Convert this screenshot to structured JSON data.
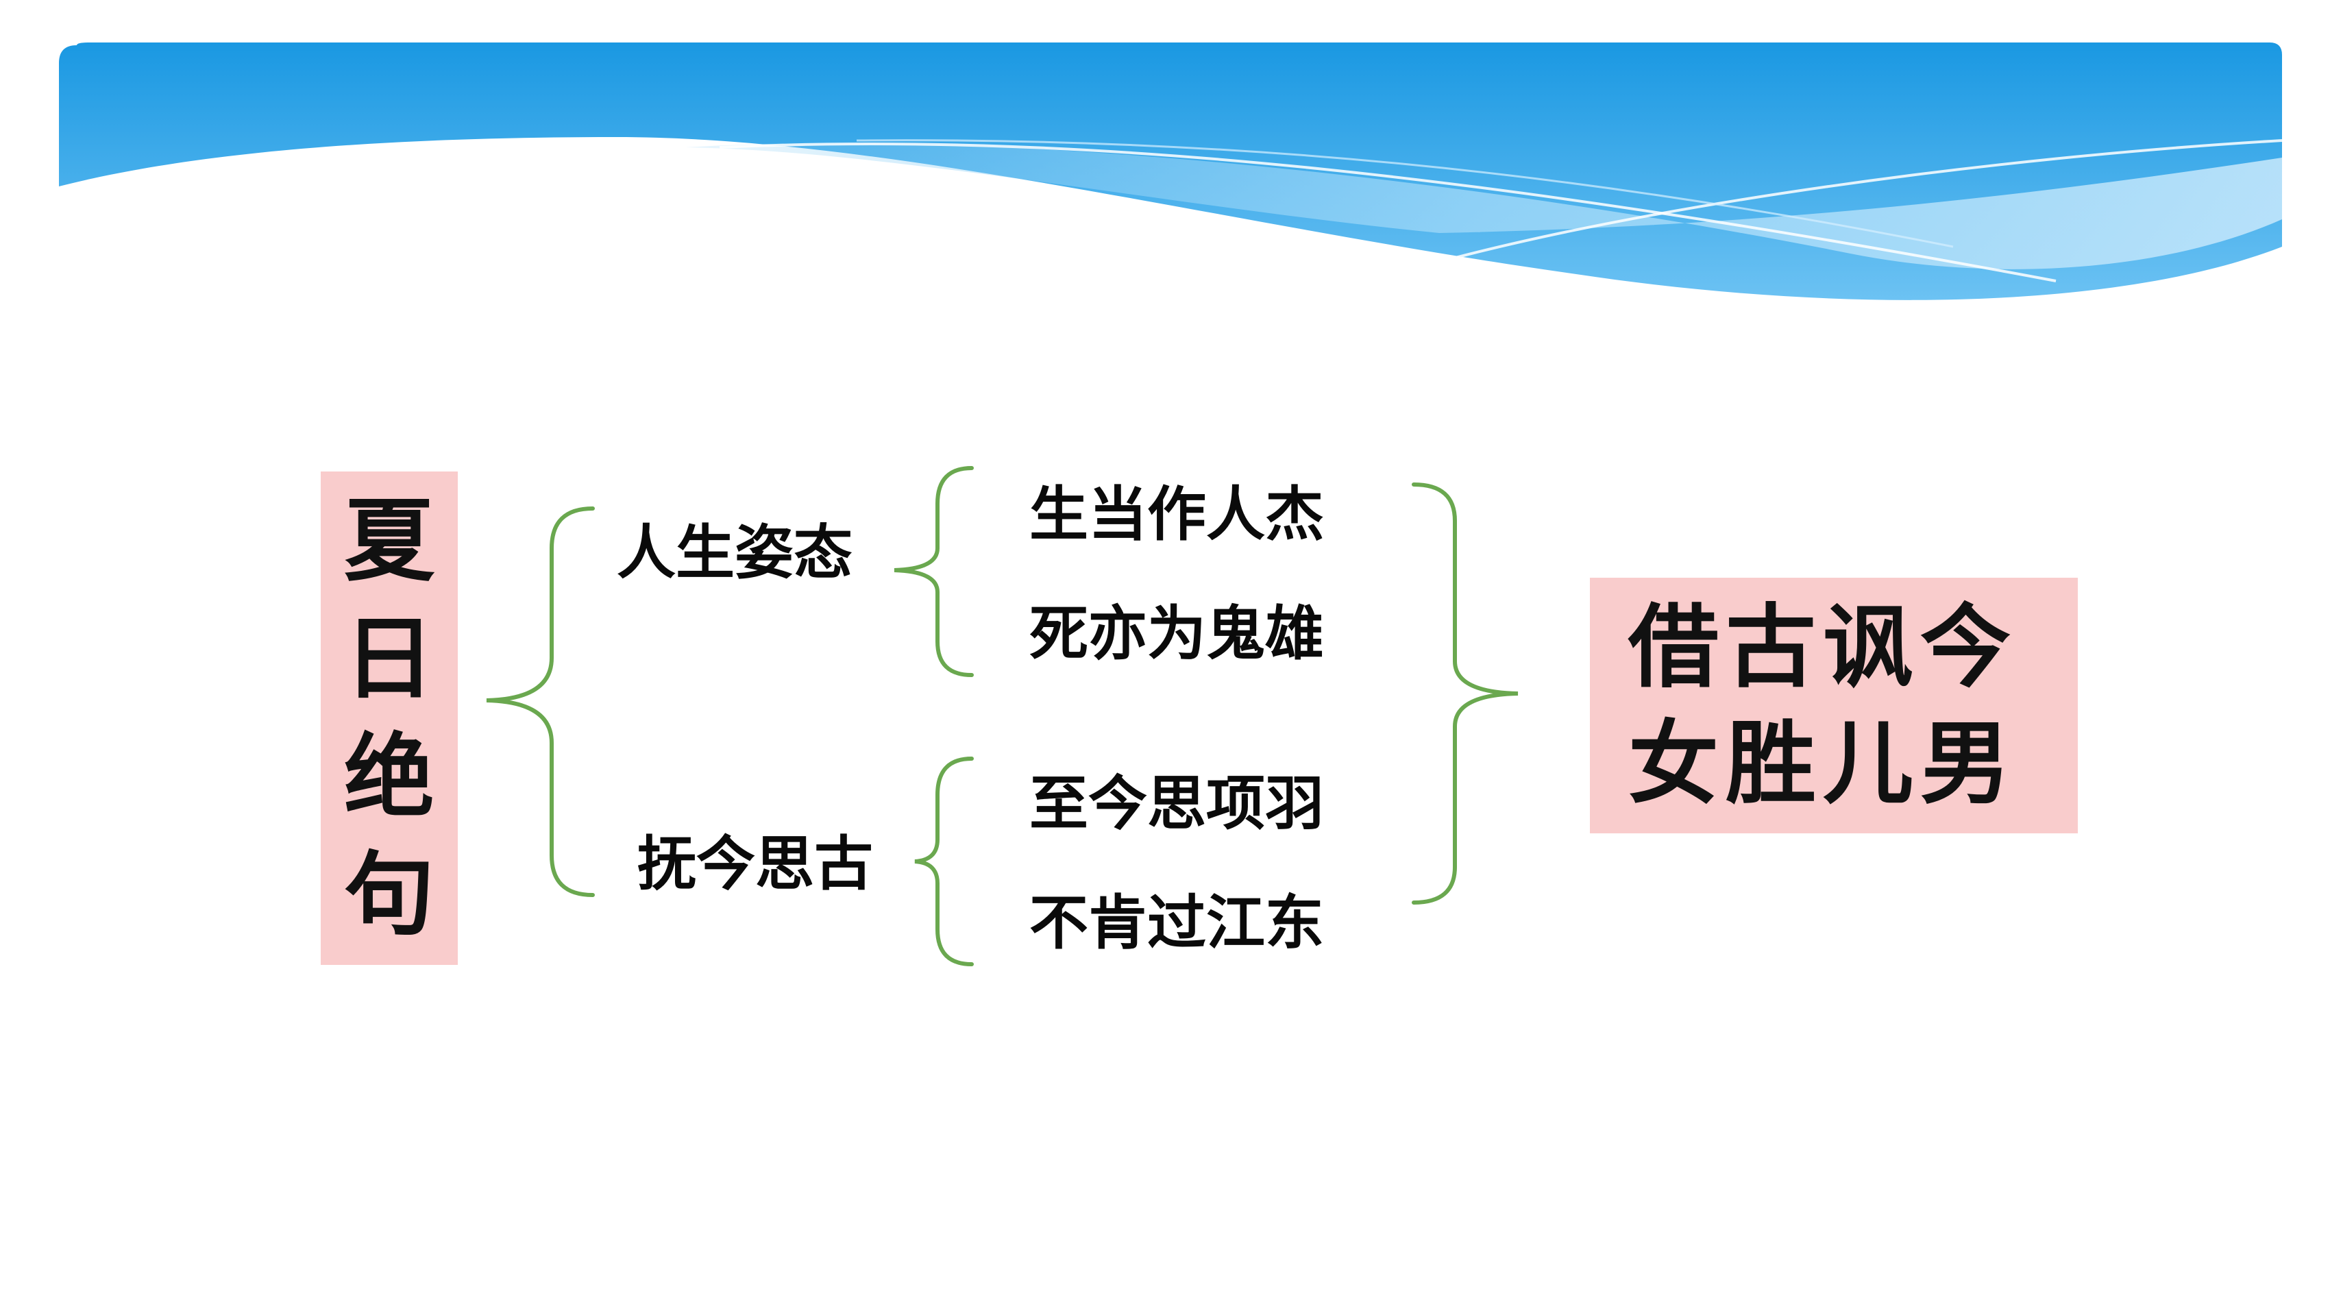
{
  "colors": {
    "banner_top": "#0f96e0",
    "banner_light": "#9ed4f5",
    "bracket": "#6aa84f",
    "box_fill": "#f9cccc",
    "text": "#0a0a0a"
  },
  "diagram": {
    "title": "夏日绝句",
    "branches": [
      {
        "label": "人生姿态",
        "lines": [
          "生当作人杰",
          "死亦为鬼雄"
        ]
      },
      {
        "label": "抚今思古",
        "lines": [
          "至今思项羽",
          "不肯过江东"
        ]
      }
    ],
    "summary": "借古讽今女胜儿男"
  }
}
